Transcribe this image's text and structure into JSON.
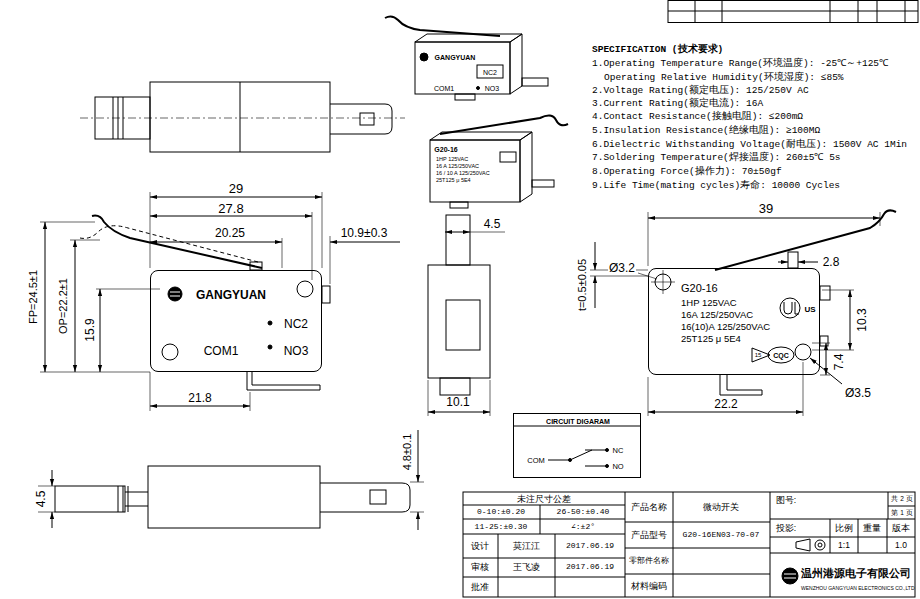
{
  "diagram": {
    "nodes": [
      {
        "text": [
          "GANGYUAN",
          "NC2",
          "COM1",
          "NO3"
        ]
      },
      {
        "text": [
          "G20-16",
          "1HP 125VAC",
          "16A 125/250VAC",
          "16(10)A 125/250VAC",
          "25T125 μ 5E4"
        ]
      },
      {
        "text": [
          "CIRCUIT DIGARAM",
          "COM",
          "NC",
          "NO"
        ]
      }
    ],
    "labels": [
      "SPECIFICATION (技术要求)",
      "1.Operating Temperature Range(环境温度): -25℃～+125℃",
      "Operating Relative Humidity(环境湿度): ≤85%",
      "2.Voltage Rating(额定电压): 125/250V AC",
      "3.Current Rating(额定电流): 16A",
      "4.Contact Resistance(接触电阻): ≤200mΩ",
      "5.Insulation Resistance(绝缘电阻): ≥100MΩ",
      "6.Dielectric Withstanding Voltage(耐电压): 1500V AC 1Min",
      "7.Soldering Temperature(焊接温度): 260±5℃ 5s",
      "8.Operating Force(操作力): 70±50gf",
      "9.Life Time(mating cycles)寿命: 10000 Cycles",
      "GANGYUAN",
      "NC2",
      "COM1",
      "NO3",
      "G20-16",
      "1HP 125VAC",
      "16 A 125/250VAC",
      "16 / 10 A 125/250VAC",
      "25T125 μ 5E4",
      "29",
      "27.8",
      "20.25",
      "10.9±0.3",
      "FP=24.5±1",
      "OP=22.2±1",
      "15.9",
      "21.8",
      "4.5",
      "10.1",
      "4.5",
      "4.8±0.1",
      "39",
      "t=0.5±0.05",
      "Ø3.2",
      "2.8",
      "10.3",
      "7.4",
      "22.2",
      "Ø3.5",
      "US",
      "15",
      "CQC",
      "未注尺寸公差",
      "0-10:±0.20",
      "26-50:±0.40",
      "11-25:±0.30",
      "∠:±2°",
      "设计",
      "莫江江",
      "2017.06.19",
      "审核",
      "王飞凌",
      "2017.06.19",
      "批准",
      "产品名称",
      "微动开关",
      "产品型号",
      "G20-16EN03-70-07",
      "零部件名称",
      "材料编码",
      "图号:",
      "共 2 页",
      "第 1 页",
      "投影:",
      "比例",
      "重量",
      "版本",
      "1:1",
      "1.0",
      "温州港源电子有限公司",
      "WENZHOU GANGYUAN ELECTRONICS CO.,LTD"
    ]
  }
}
